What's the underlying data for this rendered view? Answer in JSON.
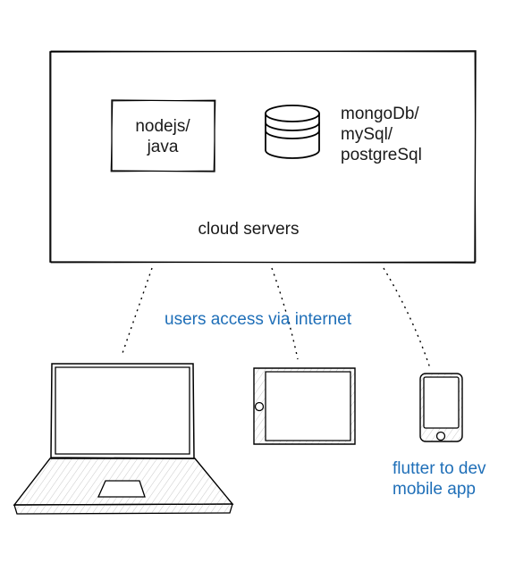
{
  "server": {
    "label": "cloud servers",
    "backend_label": [
      "nodejs/",
      "java"
    ],
    "db_label": [
      "mongoDb/",
      "mySql/",
      "postgreSql"
    ]
  },
  "annotations": {
    "access": "users access via internet",
    "mobile_note": [
      "flutter to dev",
      "mobile app"
    ]
  },
  "devices": [
    "laptop",
    "tablet",
    "phone"
  ],
  "colors": {
    "annotation": "#1f6fb8",
    "stroke": "#000000",
    "text": "#1a1a1a"
  }
}
